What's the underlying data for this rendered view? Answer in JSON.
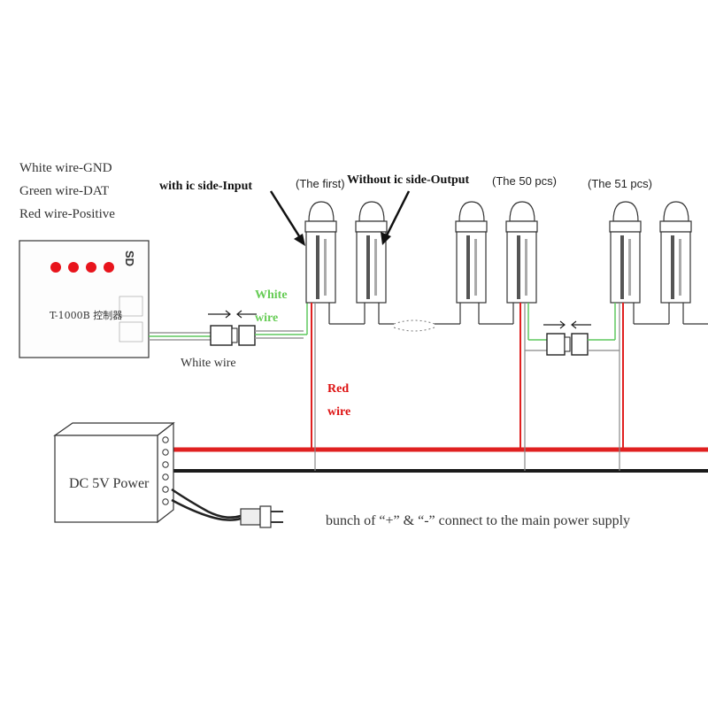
{
  "legend": {
    "white": "White wire-GND",
    "green": "Green wire-DAT",
    "red": "Red wire-Positive"
  },
  "labels": {
    "input_side": "with ic side-Input",
    "output_side": "Without ic side-Output",
    "first": "(The first)",
    "pcs50": "(The 50 pcs)",
    "pcs51": "(The 51 pcs)",
    "white_wire_1": "White",
    "white_wire_2": "wire",
    "white_wire_bottom": "White wire",
    "red_wire_1": "Red",
    "red_wire_2": "wire",
    "main_power_note": "bunch of “+” & “-” connect to the main power supply"
  },
  "controller": {
    "model": "T-1000B 控制器",
    "sd_label": "SD",
    "button_color": "#e8141c"
  },
  "power": {
    "label": "DC 5V Power"
  },
  "colors": {
    "red_wire": "#e02020",
    "green_wire": "#5fc95f",
    "black_wire": "#1a1a1a",
    "white_wire": "#bbbbbb"
  }
}
